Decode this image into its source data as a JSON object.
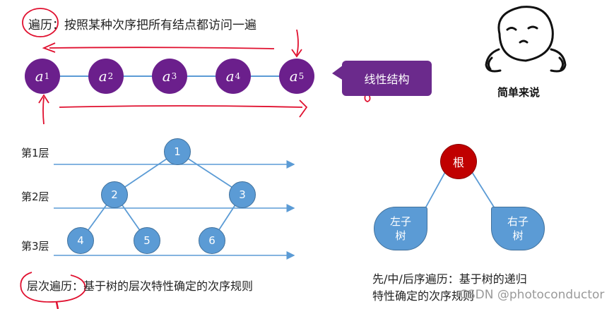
{
  "top": {
    "definition_term": "遍历",
    "definition_text": "：按照某种次序把所有结点都访问一遍",
    "nodes": [
      {
        "letter": "a",
        "sub": "1"
      },
      {
        "letter": "a",
        "sub": "2"
      },
      {
        "letter": "a",
        "sub": "3"
      },
      {
        "letter": "a",
        "sub": "4"
      },
      {
        "letter": "a",
        "sub": "5"
      }
    ],
    "callout": "线性结构"
  },
  "emoji": {
    "caption": "简单来说"
  },
  "levels": {
    "labels": [
      "第1层",
      "第2层",
      "第3层"
    ],
    "nodes": [
      "1",
      "2",
      "3",
      "4",
      "5",
      "6"
    ],
    "description_term": "层次遍历",
    "description_text": "：基于树的层次特性确定的次序规则"
  },
  "dfs": {
    "root": "根",
    "left_subtree": "左子\n树",
    "right_subtree": "右子\n树",
    "description_line1": "先/中/后序遍历：基于树的递归",
    "description_line2": "特性确定的次序规则"
  },
  "watermark": "CSDN @photoconductor",
  "colors": {
    "purple_node": "#6b1f8c",
    "blue_node": "#5b9bd5",
    "root_node": "#c00000",
    "annotation_red": "#e0102f",
    "level_arrow": "#5b9bd5"
  }
}
